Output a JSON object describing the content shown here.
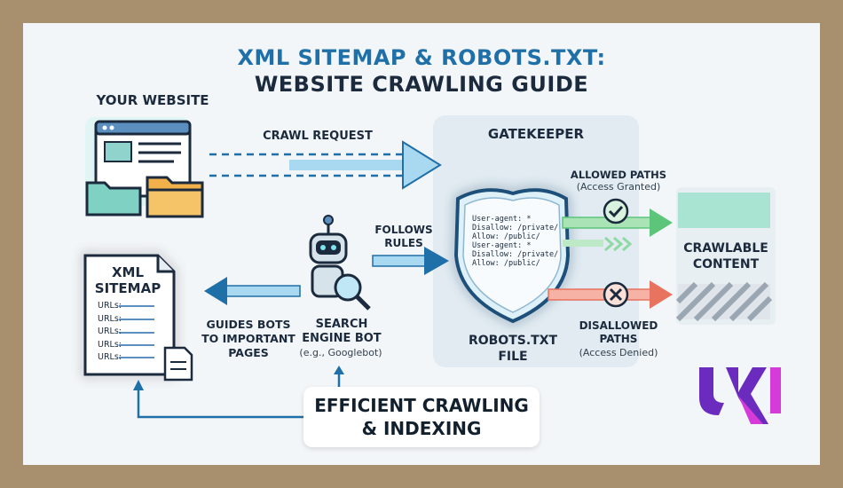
{
  "title": {
    "line1": "XML SITEMAP & ROBOTS.TXT:",
    "line2": "WEBSITE CRAWLING GUIDE"
  },
  "website": {
    "label": "YOUR WEBSITE"
  },
  "crawl_request": {
    "label": "CRAWL REQUEST"
  },
  "gatekeeper": {
    "label": "GATEKEEPER",
    "file_label_1": "ROBOTS.TXT",
    "file_label_2": "FILE",
    "rules": [
      "User-agent: *",
      "Disallow: /private/",
      "Allow: /public/",
      "User-agent: *",
      "Disallow: /private/",
      "Allow: /public/"
    ]
  },
  "allowed": {
    "label": "ALLOWED PATHS",
    "sub": "(Access Granted)"
  },
  "disallowed": {
    "label_1": "DISALLOWED",
    "label_2": "PATHS",
    "sub": "(Access Denied)"
  },
  "crawlable": {
    "label_1": "CRAWLABLE",
    "label_2": "CONTENT"
  },
  "follows_rules": {
    "line1": "FOLLOWS",
    "line2": "RULES"
  },
  "bot": {
    "line1": "SEARCH",
    "line2": "ENGINE BOT",
    "sub": "(e.g., Googlebot)"
  },
  "guides": {
    "line1": "GUIDES BOTS",
    "line2": "TO IMPORTANT",
    "line3": "PAGES"
  },
  "sitemap": {
    "title_1": "XML",
    "title_2": "SITEMAP",
    "urls": [
      "URLs:",
      "URLs:",
      "URLs:",
      "URLs:",
      "URLs:"
    ]
  },
  "efficient": {
    "line1": "EFFICIENT CRAWLING",
    "line2": "& INDEXING"
  },
  "colors": {
    "accent_blue": "#1f6fa8",
    "allowed_green": "#5cc57a",
    "denied_red": "#e8735f",
    "logo_purple": "#6b2bbf",
    "logo_pink": "#d63ad8"
  },
  "icons": [
    "browser-window-icon",
    "folder-icon",
    "shield-icon",
    "robot-icon",
    "magnifier-icon",
    "document-icon",
    "check-icon",
    "cross-icon",
    "logo-icon"
  ]
}
